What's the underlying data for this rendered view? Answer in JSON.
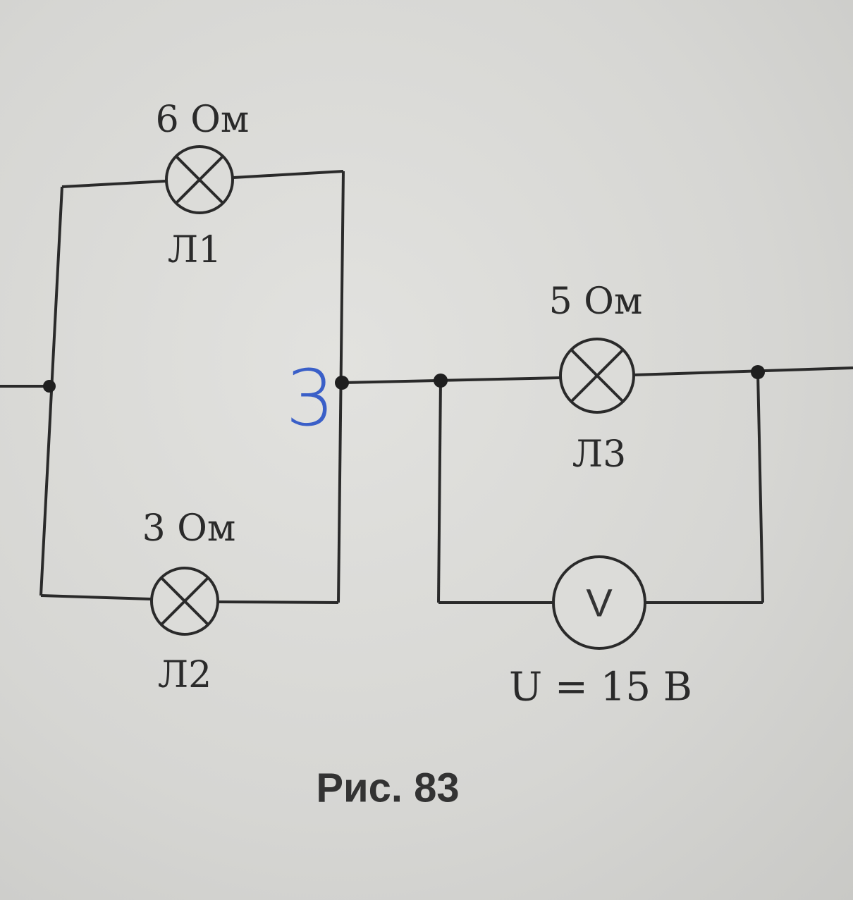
{
  "figure": {
    "lamps": [
      {
        "name": "Л1",
        "resistance": "6 Ом"
      },
      {
        "name": "Л2",
        "resistance": "3 Ом"
      },
      {
        "name": "Л3",
        "resistance": "5 Ом"
      }
    ],
    "voltmeter": {
      "symbol": "V",
      "reading": "U = 15 В"
    },
    "handwritten_note": "3",
    "caption": "Рис. 83"
  },
  "colors": {
    "wire": "#2a2a2a",
    "ink_note": "#3a5fc8",
    "paper": "#d9d9d6"
  }
}
